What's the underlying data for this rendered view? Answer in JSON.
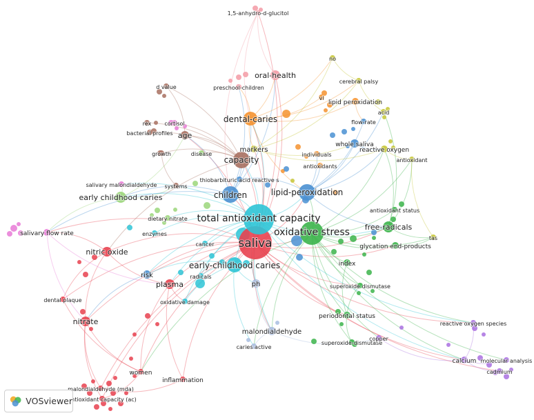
{
  "app": {
    "name": "VOSviewer"
  },
  "colors": {
    "red": "#e8414f",
    "pink": "#f39aa5",
    "cyan": "#2ec4d6",
    "blue": "#4a90d2",
    "lightblue": "#a8bde0",
    "green": "#3cb44b",
    "lightgreen": "#9bd67a",
    "yellow": "#c6c637",
    "orange": "#f5922f",
    "brown": "#a87060",
    "magenta": "#e87ad6",
    "violet": "#a970e0"
  },
  "nodes": [
    {
      "id": "saliva",
      "label": "saliva",
      "color": "red",
      "weight": 5
    },
    {
      "id": "tac",
      "label": "total antioxidant capacity",
      "color": "cyan",
      "weight": 5
    },
    {
      "id": "ox",
      "label": "oxidative stress",
      "color": "green",
      "weight": 5
    },
    {
      "id": "children",
      "label": "children",
      "color": "blue",
      "weight": 4
    },
    {
      "id": "lipidperox",
      "label": "lipid-peroxidation",
      "color": "blue",
      "weight": 4
    },
    {
      "id": "ecc2",
      "label": "early-childhood caries",
      "color": "cyan",
      "weight": 4
    },
    {
      "id": "capacity",
      "label": "capacity",
      "color": "brown",
      "weight": 4
    },
    {
      "id": "dental",
      "label": "dental-caries",
      "color": "orange",
      "weight": 4
    },
    {
      "id": "freerad",
      "label": "free-radicals",
      "color": "green",
      "weight": 3
    },
    {
      "id": "ecc1",
      "label": "early childhood caries",
      "color": "lightgreen",
      "weight": 3
    },
    {
      "id": "nitric",
      "label": "nitric oxide",
      "color": "red",
      "weight": 3
    },
    {
      "id": "plasma",
      "label": "plasma",
      "color": "red",
      "weight": 3
    },
    {
      "id": "nitrate",
      "label": "nitrate",
      "color": "red",
      "weight": 3
    },
    {
      "id": "oralhealth",
      "label": "oral-health",
      "color": "pink",
      "weight": 3
    },
    {
      "id": "age",
      "label": "age",
      "color": "brown",
      "weight": 3
    },
    {
      "id": "markers",
      "label": "markers",
      "color": "yellow",
      "weight": 2
    },
    {
      "id": "risk",
      "label": "risk",
      "color": "blue",
      "weight": 2
    },
    {
      "id": "malon",
      "label": "malondialdehyde",
      "color": "lightblue",
      "weight": 2
    },
    {
      "id": "ph",
      "label": "ph",
      "color": "lightblue",
      "weight": 2
    },
    {
      "id": "anhydro",
      "label": "1,5-anhydro-d-glucitol",
      "color": "pink",
      "weight": 1
    },
    {
      "id": "preschool",
      "label": "preschool-children",
      "color": "pink",
      "weight": 1
    },
    {
      "id": "no",
      "label": "no",
      "color": "yellow",
      "weight": 1
    },
    {
      "id": "cerebral",
      "label": "cerebral palsy",
      "color": "yellow",
      "weight": 1
    },
    {
      "id": "vi",
      "label": "vi",
      "color": "orange",
      "weight": 1
    },
    {
      "id": "lipidperoxidation",
      "label": "lipid peroxidation",
      "color": "orange",
      "weight": 1
    },
    {
      "id": "acid",
      "label": "acid",
      "color": "yellow",
      "weight": 1
    },
    {
      "id": "flowrate",
      "label": "flow-rate",
      "color": "blue",
      "weight": 1
    },
    {
      "id": "dvalue",
      "label": "d value",
      "color": "brown",
      "weight": 1
    },
    {
      "id": "rex",
      "label": "rex",
      "color": "brown",
      "weight": 1
    },
    {
      "id": "cortisol",
      "label": "cortisol",
      "color": "magenta",
      "weight": 1
    },
    {
      "id": "bacterial",
      "label": "bacterial profiles",
      "color": "brown",
      "weight": 1
    },
    {
      "id": "growth",
      "label": "growth",
      "color": "brown",
      "weight": 1
    },
    {
      "id": "disease",
      "label": "disease",
      "color": "lightgreen",
      "weight": 1
    },
    {
      "id": "wholesaliva",
      "label": "whole saliva",
      "color": "blue",
      "weight": 2
    },
    {
      "id": "individuals",
      "label": "individuals",
      "color": "orange",
      "weight": 1
    },
    {
      "id": "reactiveoxygen",
      "label": "reactive oxygen",
      "color": "yellow",
      "weight": 1
    },
    {
      "id": "antioxidant",
      "label": "antioxidant",
      "color": "yellow",
      "weight": 1
    },
    {
      "id": "antioxidants",
      "label": "antioxidants",
      "color": "orange",
      "weight": 1
    },
    {
      "id": "tba",
      "label": "thiobarbituric acid reactive s",
      "color": "blue",
      "weight": 1
    },
    {
      "id": "salmalon",
      "label": "salivary malondialdehyde",
      "color": "magenta",
      "weight": 1
    },
    {
      "id": "systems",
      "label": "systems",
      "color": "brown",
      "weight": 1
    },
    {
      "id": "dietary",
      "label": "dietary nitrate",
      "color": "lightgreen",
      "weight": 1
    },
    {
      "id": "enzymes",
      "label": "enzymes",
      "color": "cyan",
      "weight": 1
    },
    {
      "id": "antioxstatus",
      "label": "antioxidant status",
      "color": "green",
      "weight": 1
    },
    {
      "id": "salflow",
      "label": "salivary flow rate",
      "color": "magenta",
      "weight": 2
    },
    {
      "id": "glycation",
      "label": "glycation end-products",
      "color": "green",
      "weight": 2
    },
    {
      "id": "tas",
      "label": "tas",
      "color": "yellow",
      "weight": 1
    },
    {
      "id": "cancer",
      "label": "cancer",
      "color": "cyan",
      "weight": 1
    },
    {
      "id": "index",
      "label": "index",
      "color": "green",
      "weight": 2
    },
    {
      "id": "radicals",
      "label": "radicals",
      "color": "cyan",
      "weight": 1
    },
    {
      "id": "sod1",
      "label": "superoxide dismutase",
      "color": "green",
      "weight": 1
    },
    {
      "id": "dentalplaque",
      "label": "dental plaque",
      "color": "red",
      "weight": 1
    },
    {
      "id": "oxdamage",
      "label": "oxidative damage",
      "color": "cyan",
      "weight": 1
    },
    {
      "id": "perio",
      "label": "periodontal status",
      "color": "green",
      "weight": 2
    },
    {
      "id": "ros",
      "label": "reactive oxygen species",
      "color": "violet",
      "weight": 1
    },
    {
      "id": "sod2",
      "label": "superoxide-dismutase",
      "color": "green",
      "weight": 1
    },
    {
      "id": "copper",
      "label": "copper",
      "color": "violet",
      "weight": 1
    },
    {
      "id": "cariesactive",
      "label": "caries active",
      "color": "lightblue",
      "weight": 1
    },
    {
      "id": "calcium",
      "label": "calcium",
      "color": "violet",
      "weight": 2
    },
    {
      "id": "molecular",
      "label": "molecular analysis",
      "color": "violet",
      "weight": 1
    },
    {
      "id": "cadmium",
      "label": "cadmium",
      "color": "violet",
      "weight": 1
    },
    {
      "id": "women",
      "label": "women",
      "color": "red",
      "weight": 1
    },
    {
      "id": "inflammation",
      "label": "inflammation",
      "color": "red",
      "weight": 1
    },
    {
      "id": "mda",
      "label": "malondialdehyde (mda)",
      "color": "red",
      "weight": 1
    },
    {
      "id": "ac",
      "label": "antioxidant capacity (ac)",
      "color": "red",
      "weight": 1
    }
  ]
}
